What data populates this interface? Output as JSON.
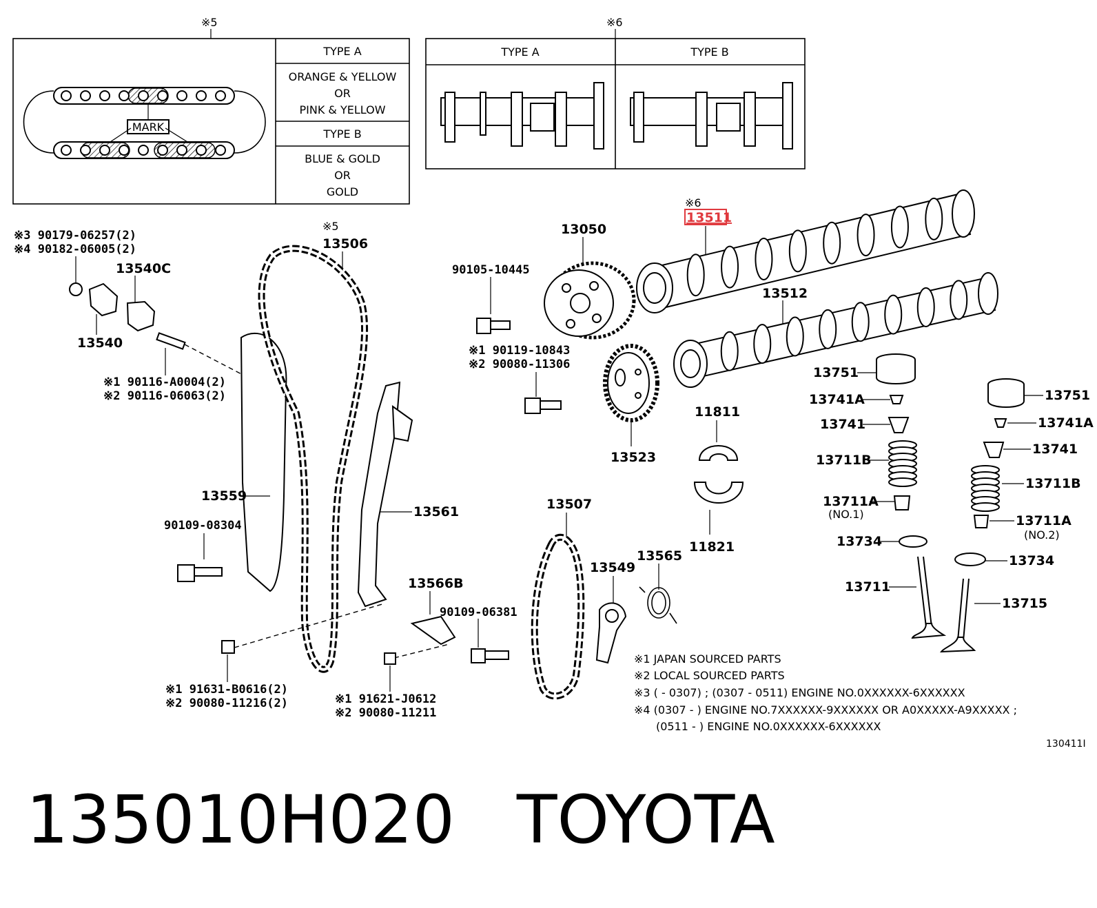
{
  "legend_box_1": {
    "ref": "※5",
    "mark_label": "MARK",
    "type_a_header": "TYPE A",
    "type_a_line1": "ORANGE & YELLOW",
    "type_a_line2": "OR",
    "type_a_line3": "PINK & YELLOW",
    "type_b_header": "TYPE B",
    "type_b_line1": "BLUE & GOLD",
    "type_b_line2": "OR",
    "type_b_line3": "GOLD"
  },
  "legend_box_2": {
    "ref": "※6",
    "type_a_header": "TYPE A",
    "type_b_header": "TYPE B"
  },
  "labels": {
    "p90179": "※3 90179-06257(2)",
    "p90182": "※4 90182-06005(2)",
    "p13540c": "13540C",
    "p13540": "13540",
    "p90116a": "※1 90116-A0004(2)",
    "p90116b": "※2 90116-06063(2)",
    "ref5": "※5",
    "p13506": "13506",
    "p13559": "13559",
    "p13561": "13561",
    "p90109_08304": "90109-08304",
    "p91631": "※1 91631-B0616(2)",
    "p90080_11216": "※2 90080-11216(2)",
    "p13566b": "13566B",
    "p91621": "※1 91621-J0612",
    "p90080_11211": "※2 90080-11211",
    "p90109_06381": "90109-06381",
    "p13507": "13507",
    "p13549": "13549",
    "p13565": "13565",
    "p13050": "13050",
    "p90105": "90105-10445",
    "p90119": "※1 90119-10843",
    "p90080_11306": "※2 90080-11306",
    "p13523": "13523",
    "ref6": "※6",
    "p13511": "13511",
    "p13512": "13512",
    "p11811": "11811",
    "p11821": "11821",
    "p13751_l": "13751",
    "p13741a_l": "13741A",
    "p13741_l": "13741",
    "p13711b_l": "13711B",
    "p13711a_l": "13711A",
    "no1": "(NO.1)",
    "p13734_l": "13734",
    "p13711": "13711",
    "p13751_r": "13751",
    "p13741a_r": "13741A",
    "p13741_r": "13741",
    "p13711b_r": "13711B",
    "p13711a_r": "13711A",
    "no2": "(NO.2)",
    "p13734_r": "13734",
    "p13715": "13715"
  },
  "notes": {
    "n1": "※1 JAPAN SOURCED PARTS",
    "n2": "※2 LOCAL SOURCED PARTS",
    "n3": "※3 (        - 0307) ; (0307 - 0511) ENGINE NO.0XXXXXX-6XXXXXX",
    "n4": "※4 (0307 -        ) ENGINE NO.7XXXXXX-9XXXXXX OR A0XXXXX-A9XXXXX ;",
    "n5": "(0511 -        ) ENGINE NO.0XXXXXX-6XXXXXX",
    "diagram_id": "130411I"
  },
  "highlight": {
    "part": "13511",
    "color": "#e0393e"
  },
  "footer": {
    "part_number": "135010H020",
    "brand": "TOYOTA"
  }
}
